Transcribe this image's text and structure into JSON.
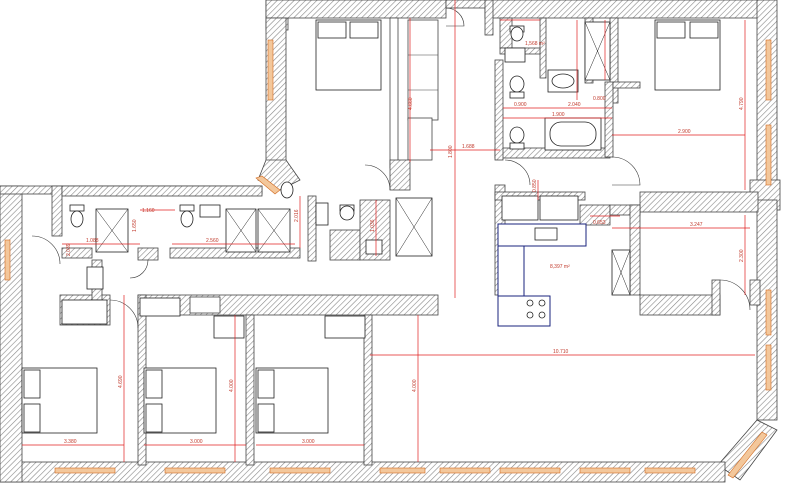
{
  "colors": {
    "wall_hatch": "#8a8a8a",
    "dimension": "#e02020",
    "window": "#e0782b",
    "kitchen_highlight": "#1a237e"
  },
  "labels": {
    "area_top_bath": "1,568 m²",
    "area_kitchen": "8,397 m²"
  },
  "dimensions": {
    "d_bath_w1": "0.900",
    "d_bath_w2": "2.040",
    "d_bath_w3": "0.800",
    "d_bath_tub": "1.900",
    "d_bed1_h": "4.660",
    "d_corr_w": "1.688",
    "d_corr_h": "1.800",
    "d_bed2_w": "2.900",
    "d_bed2_h": "4.790",
    "d_kitchen_w": "0.850",
    "d_kitchen_w2": "1.850",
    "d_kitchen_d": "0.653",
    "d_living_w1": "3.247",
    "d_living_h1": "2.300",
    "d_shower_l_w": "1.160",
    "d_shower_l_h": "1.650",
    "d_wc_l_w": "1.088",
    "d_wc_l_h": "2.039",
    "d_wc_m_w": "2.560",
    "d_entry_w": "2.016",
    "d_shower_c_h": "1.036",
    "d_living_w": "10.710",
    "d_bed_a_w": "3.380",
    "d_bed_a_h": "4.690",
    "d_bed_b_w": "3.000",
    "d_bed_b_h": "4.000",
    "d_bed_c_w": "3.000",
    "d_living_h": "4.000"
  }
}
